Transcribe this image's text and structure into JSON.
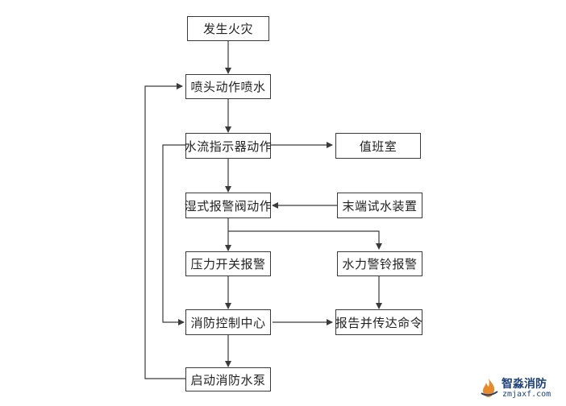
{
  "flowchart": {
    "nodes": {
      "fire": "发生火灾",
      "sprinkler": "喷头动作喷水",
      "flow_indicator": "水流指示器动作",
      "control_room": "值班室",
      "alarm_valve": "湿式报警阀动作",
      "test_device": "末端试水装置",
      "pressure_switch": "压力开关报警",
      "hydraulic_bell": "水力警铃报警",
      "fire_control_center": "消防控制中心",
      "report_command": "报告并传达命令",
      "start_pump": "启动消防水泵"
    }
  },
  "watermark": {
    "brand": "智淼消防",
    "url": "zmjaxf.com",
    "colors": {
      "text": "#1d3f7a",
      "accent": "#e8892a"
    }
  }
}
